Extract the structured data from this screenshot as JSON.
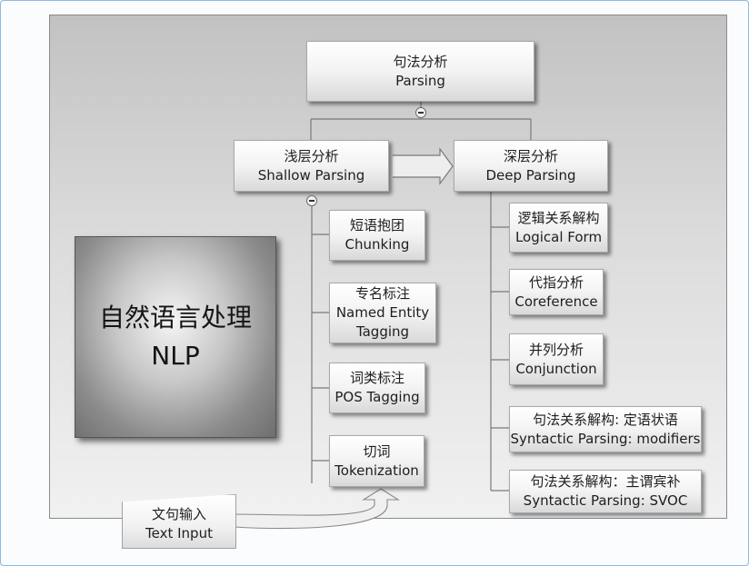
{
  "diagram": {
    "root": {
      "zh": "句法分析",
      "en": "Parsing"
    },
    "shallow": {
      "zh": "浅层分析",
      "en": "Shallow Parsing"
    },
    "deep": {
      "zh": "深层分析",
      "en": "Deep Parsing"
    },
    "shallow_children": [
      {
        "zh": "短语抱团",
        "en": "Chunking"
      },
      {
        "zh": "专名标注",
        "en": "Named Entity",
        "en2": "Tagging"
      },
      {
        "zh": "词类标注",
        "en": "POS Tagging"
      },
      {
        "zh": "切词",
        "en": "Tokenization"
      }
    ],
    "deep_children": [
      {
        "zh": "逻辑关系解构",
        "en": "Logical Form"
      },
      {
        "zh": "代指分析",
        "en": "Coreference"
      },
      {
        "zh": "并列分析",
        "en": "Conjunction"
      },
      {
        "zh": "句法关系解构: 定语状语",
        "en": "Syntactic Parsing: modifiers"
      },
      {
        "zh": "句法关系解构：主谓宾补",
        "en": "Syntactic Parsing: SVOC"
      }
    ],
    "nlp": {
      "zh": "自然语言处理",
      "en": "NLP"
    },
    "input": {
      "zh": "文句输入",
      "en": "Text Input"
    }
  },
  "icons": [
    "collapse-icon",
    "arrow-right-icon",
    "curved-arrow-icon"
  ]
}
